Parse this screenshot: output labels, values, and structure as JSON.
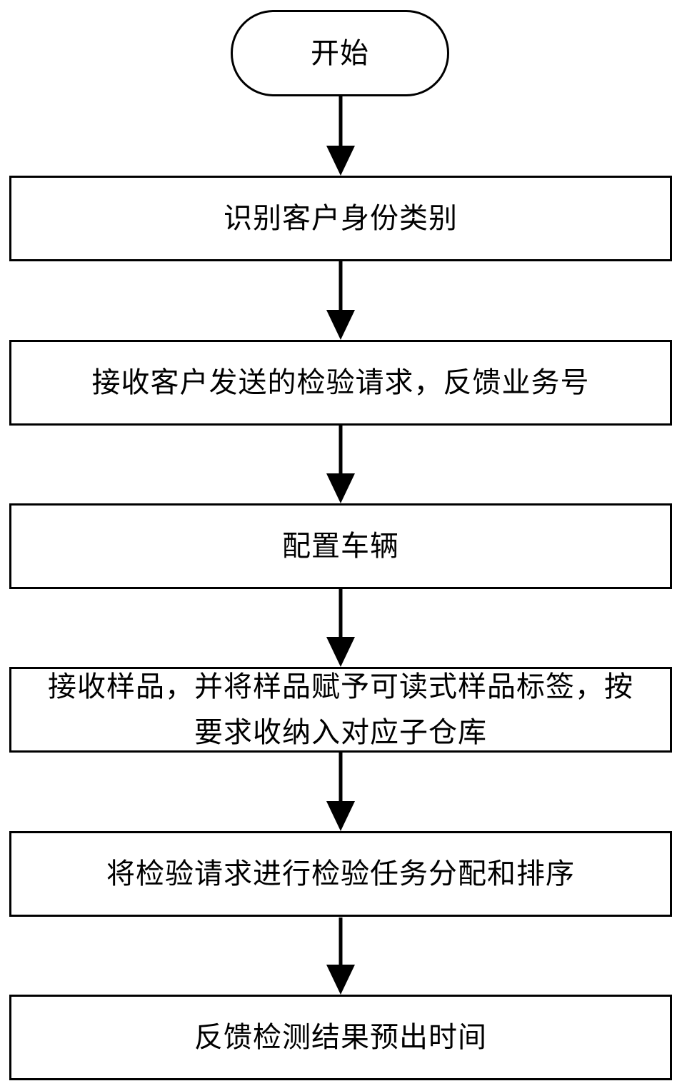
{
  "flowchart": {
    "start": {
      "label": "开始"
    },
    "steps": [
      {
        "label": "识别客户身份类别"
      },
      {
        "label": "接收客户发送的检验请求，反馈业务号"
      },
      {
        "label": "配置车辆"
      },
      {
        "label": "接收样品，并将样品赋予可读式样品标签，按要求收纳入对应子仓库"
      },
      {
        "label": "将检验请求进行检验任务分配和排序"
      },
      {
        "label": "反馈检测结果预出时间"
      }
    ],
    "colors": {
      "stroke": "#000000",
      "fill": "#ffffff",
      "text": "#000000"
    }
  }
}
